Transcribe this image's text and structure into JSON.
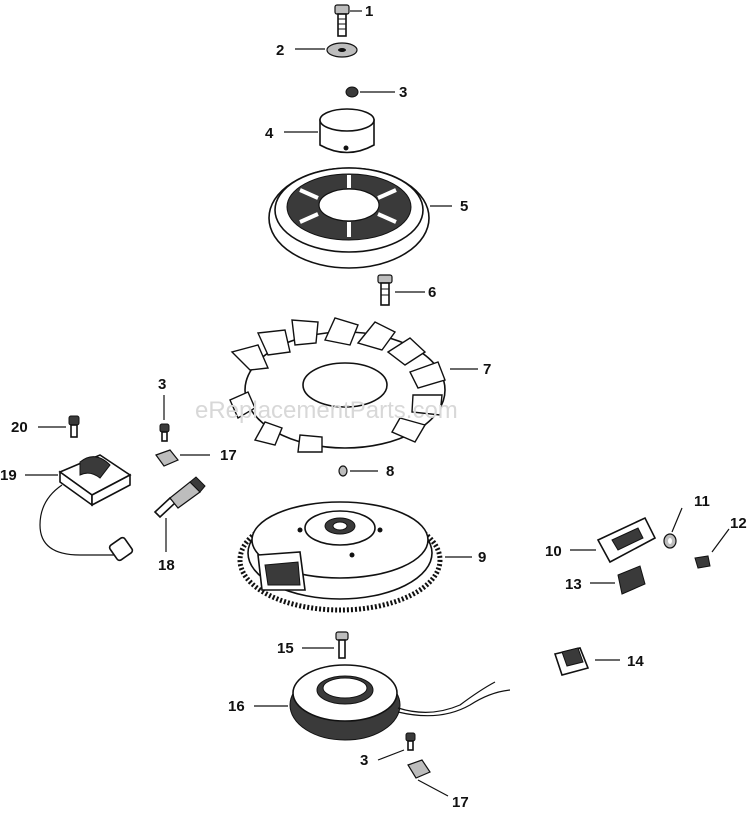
{
  "watermark": "eReplacementParts.com",
  "callouts": [
    {
      "id": "c1",
      "number": "1"
    },
    {
      "id": "c2",
      "number": "2"
    },
    {
      "id": "c3a",
      "number": "3"
    },
    {
      "id": "c4",
      "number": "4"
    },
    {
      "id": "c5",
      "number": "5"
    },
    {
      "id": "c6",
      "number": "6"
    },
    {
      "id": "c7",
      "number": "7"
    },
    {
      "id": "c3b",
      "number": "3"
    },
    {
      "id": "c20",
      "number": "20"
    },
    {
      "id": "c17a",
      "number": "17"
    },
    {
      "id": "c19",
      "number": "19"
    },
    {
      "id": "c8",
      "number": "8"
    },
    {
      "id": "c11",
      "number": "11"
    },
    {
      "id": "c12",
      "number": "12"
    },
    {
      "id": "c10",
      "number": "10"
    },
    {
      "id": "c9",
      "number": "9"
    },
    {
      "id": "c18",
      "number": "18"
    },
    {
      "id": "c13",
      "number": "13"
    },
    {
      "id": "c15",
      "number": "15"
    },
    {
      "id": "c14",
      "number": "14"
    },
    {
      "id": "c16",
      "number": "16"
    },
    {
      "id": "c3c",
      "number": "3"
    },
    {
      "id": "c17b",
      "number": "17"
    }
  ]
}
